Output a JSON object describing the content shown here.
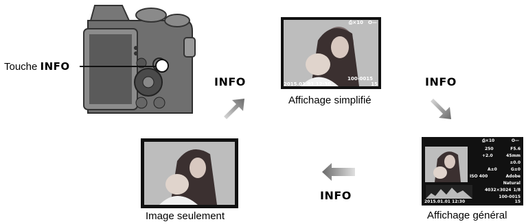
{
  "camera": {
    "button_label_prefix": "Touche ",
    "button_label_key": "INFO"
  },
  "steps": [
    {
      "id": "simplified",
      "caption": "Affichage simplifié"
    },
    {
      "id": "general",
      "caption": "Affichage général"
    },
    {
      "id": "image_only",
      "caption": "Image seulement"
    }
  ],
  "arrow_label": "INFO",
  "overlay_simplified": {
    "protect": "⎙×10",
    "lock": "O—",
    "datetime": "2015.01.01 12:30",
    "file": "100-0015",
    "count": "15"
  },
  "overlay_general": {
    "protect": "⎙×10",
    "lock": "O—",
    "shutter": "250",
    "aperture": "F5.6",
    "exp": "+2.0",
    "focal": "45mm",
    "wb_comp": "±0.0",
    "wb": "A±0",
    "g": "G±0",
    "iso": "ISO 400",
    "colorspace": "Adobe",
    "picmode": "Natural",
    "size": "4032×3024",
    "frac": "1/8",
    "file": "100-0015",
    "datetime": "2015.01.01 12:30",
    "count": "15"
  }
}
